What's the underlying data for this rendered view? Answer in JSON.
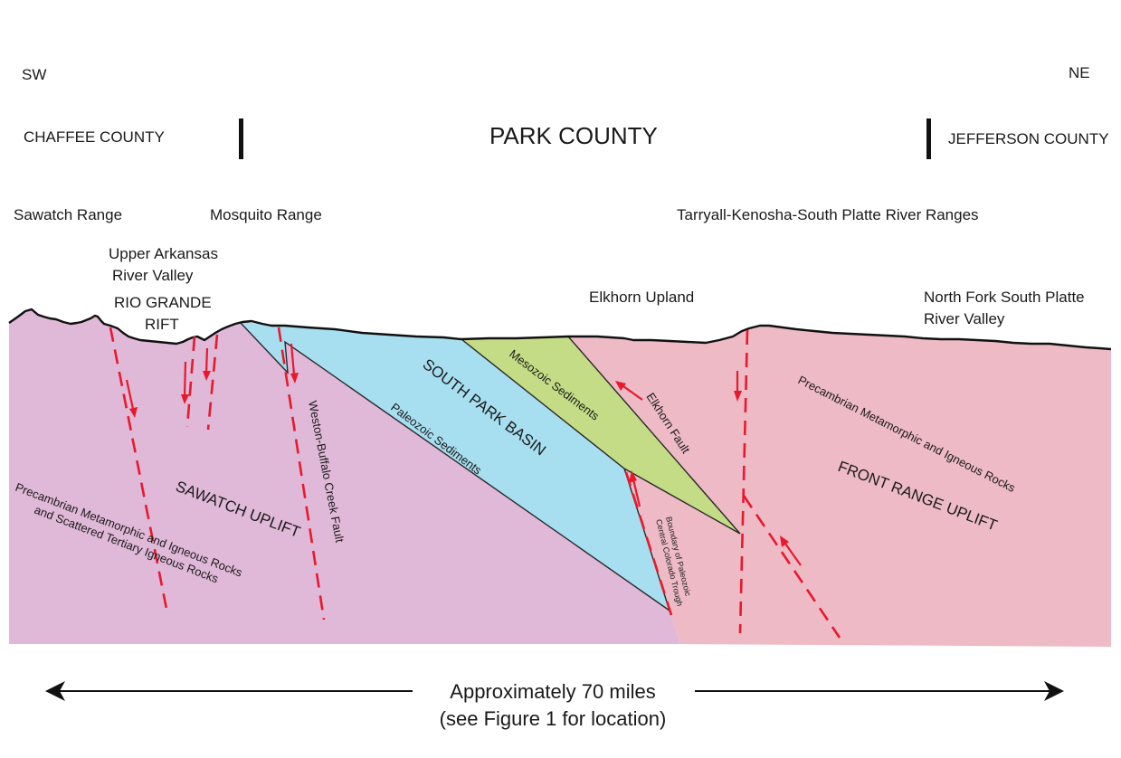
{
  "orientation": {
    "left": "SW",
    "right": "NE"
  },
  "counties": {
    "left": "CHAFFEE COUNTY",
    "center": "PARK COUNTY",
    "right": "JEFFERSON COUNTY"
  },
  "ranges": {
    "sawatch": "Sawatch Range",
    "mosquito": "Mosquito Range",
    "tarryall": "Tarryall-Kenosha-South Platte River Ranges"
  },
  "valleys": {
    "upper_arkansas_1": "Upper Arkansas",
    "upper_arkansas_2": "River Valley",
    "rio_grande_1": "RIO GRANDE",
    "rio_grande_2": "RIFT",
    "elkhorn_upland": "Elkhorn Upland",
    "north_fork_1": "North Fork South Platte",
    "north_fork_2": "River Valley"
  },
  "units": {
    "south_park_basin": "SOUTH PARK BASIN",
    "mesozoic": "Mesozoic Sediments",
    "paleozoic": "Paleozoic Sediments",
    "sawatch_uplift": "SAWATCH UPLIFT",
    "sawatch_rocks_1": "Precambrian Metamorphic and Igneous Rocks",
    "sawatch_rocks_2": "and Scattered Tertiary Igneous Rocks",
    "front_range_uplift": "FRONT RANGE UPLIFT",
    "front_range_rocks": "Precambrian Metamorphic and Igneous Rocks"
  },
  "faults": {
    "weston_buffalo": "Weston-Buffalo Creek Fault",
    "elkhorn": "Elkhorn Fault",
    "boundary_1": "Boundary of Paleozoic",
    "boundary_2": "Central Colorado Trough"
  },
  "scale": {
    "line1": "Approximately 70 miles",
    "line2": "(see Figure 1 for location)"
  },
  "colors": {
    "sawatch_uplift": "#e0b8d8",
    "front_range_uplift": "#edbac6",
    "paleozoic": "#a7dff0",
    "mesozoic": "#c4dc86",
    "fault": "#e8192c"
  }
}
